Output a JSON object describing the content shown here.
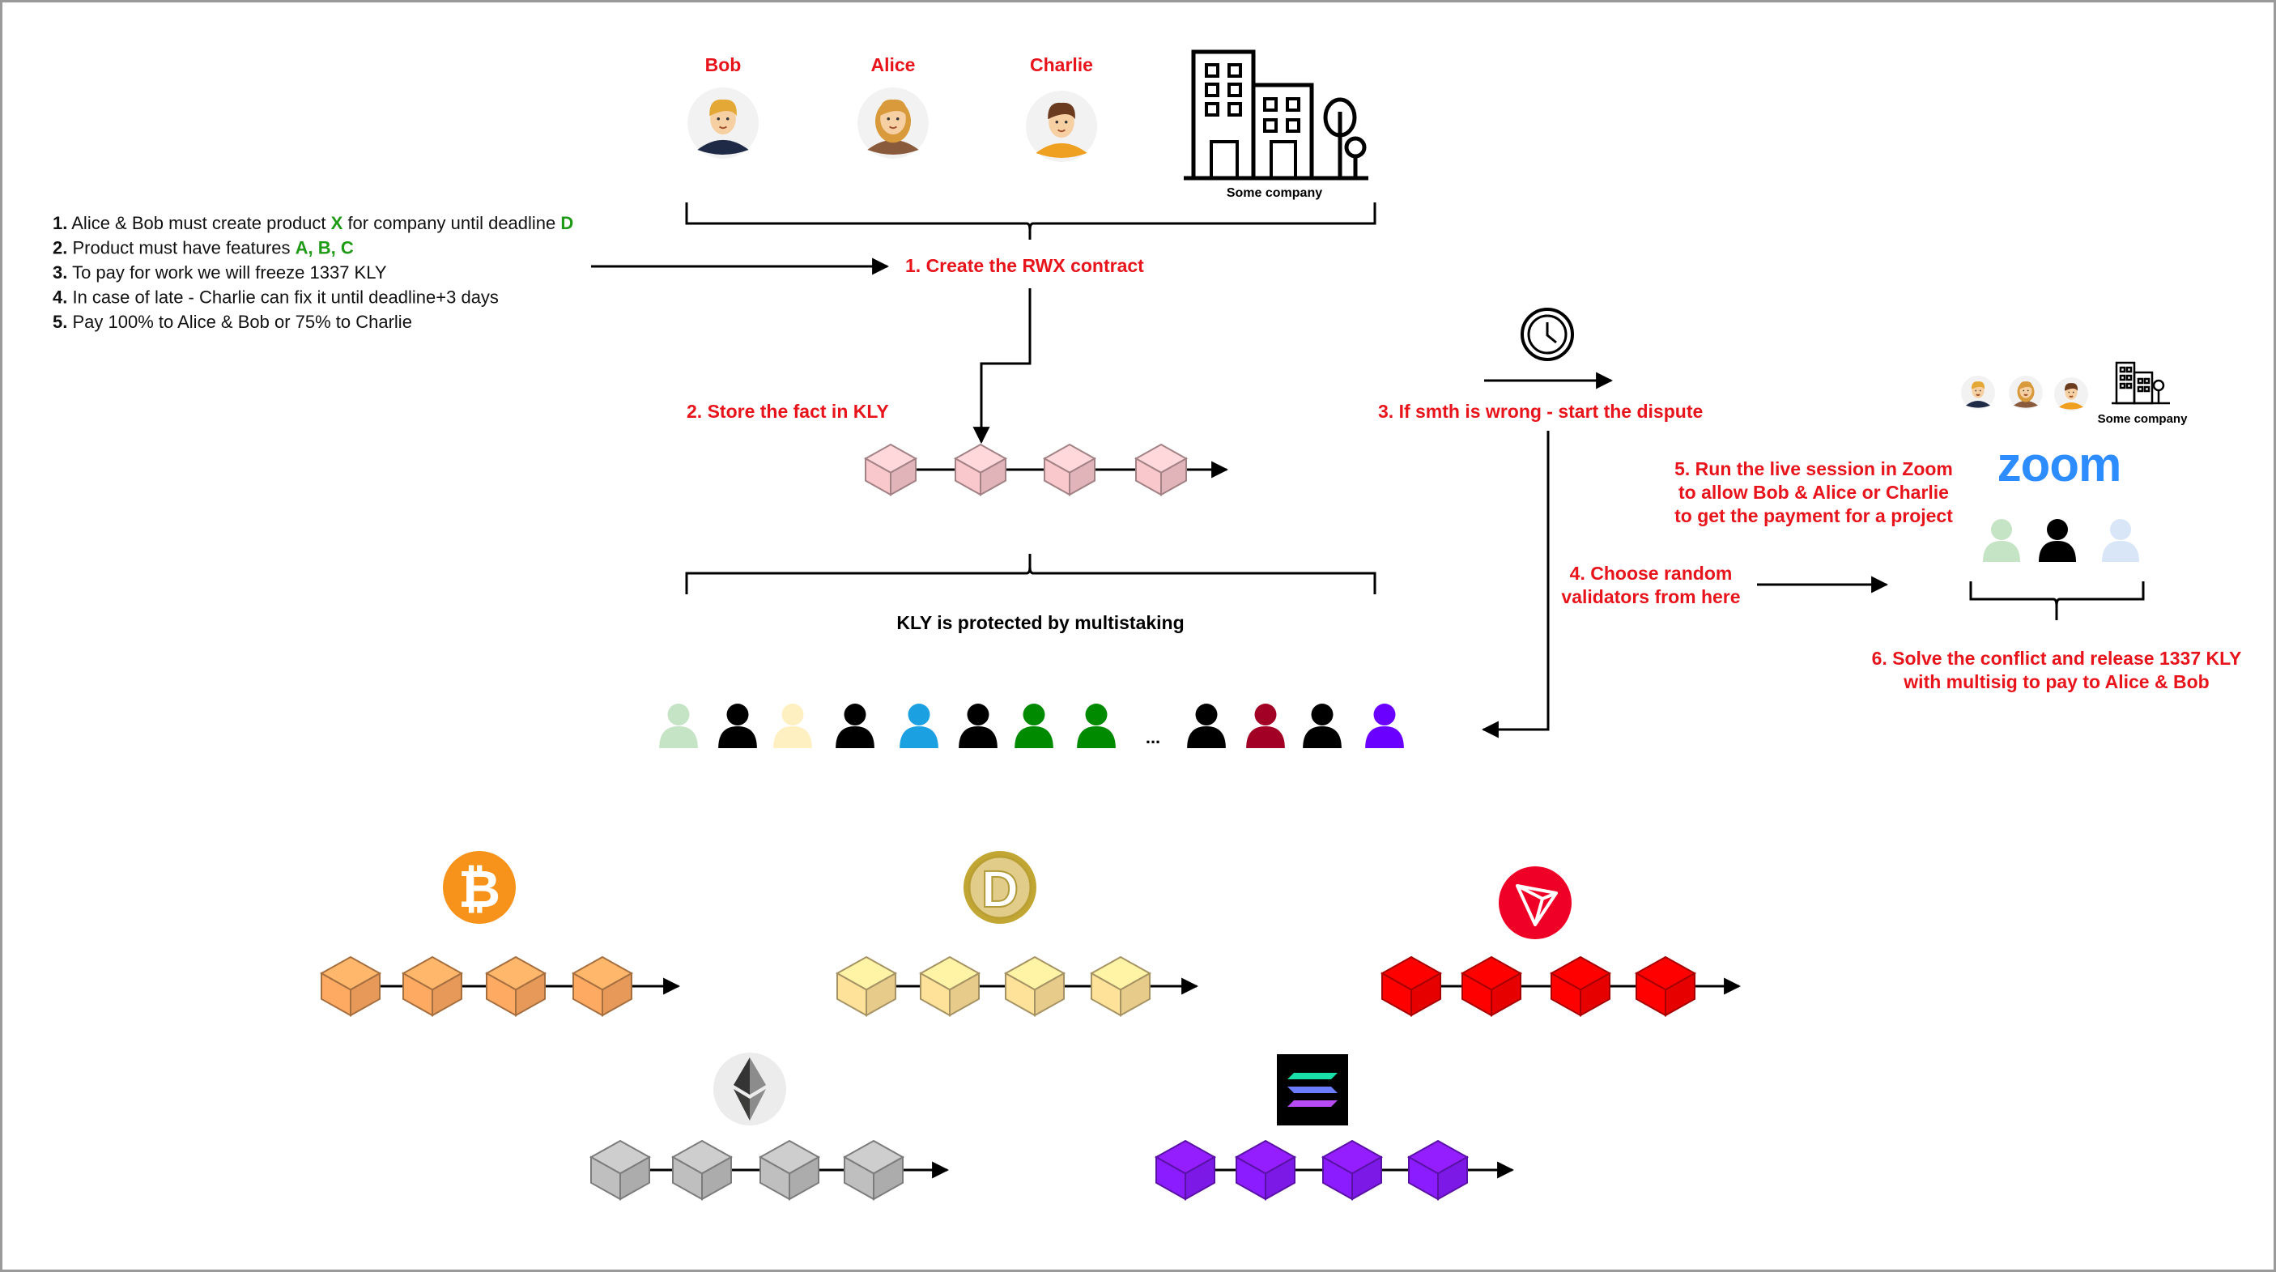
{
  "people": [
    {
      "name": "Bob",
      "role": "person-bob"
    },
    {
      "name": "Alice",
      "role": "person-alice"
    },
    {
      "name": "Charlie",
      "role": "person-charlie"
    }
  ],
  "company_label": "Some company",
  "contract_terms": [
    {
      "num": "1.",
      "parts": [
        {
          "text": " Alice & Bob must create product ",
          "style": "normal"
        },
        {
          "text": "X",
          "style": "green"
        },
        {
          "text": " for company until deadline ",
          "style": "normal"
        },
        {
          "text": "D",
          "style": "green"
        }
      ]
    },
    {
      "num": "2.",
      "parts": [
        {
          "text": " Product must have features ",
          "style": "normal"
        },
        {
          "text": "A, B, C",
          "style": "green"
        }
      ]
    },
    {
      "num": "3.",
      "parts": [
        {
          "text": " To pay for work we will freeze 1337 KLY",
          "style": "normal"
        }
      ]
    },
    {
      "num": "4.",
      "parts": [
        {
          "text": " In case of late - Charlie can fix it until deadline+3 days",
          "style": "normal"
        }
      ]
    },
    {
      "num": "5.",
      "parts": [
        {
          "text": " Pay 100% to Alice & Bob or 75% to Charlie",
          "style": "normal"
        }
      ]
    }
  ],
  "steps": {
    "create_contract": "1. Create the RWX contract",
    "store_fact": "2. Store the fact in KLY",
    "start_dispute": "3. If smth is wrong - start the dispute",
    "choose_validators": [
      "4. Choose random",
      "validators from here"
    ],
    "live_session": [
      "5. Run the live session in Zoom",
      "to allow Bob & Alice or Charlie",
      "to get the payment for a project"
    ],
    "solve_conflict": [
      "6. Solve the conflict and release 1337 KLY",
      "with multisig to pay to Alice & Bob"
    ]
  },
  "protection_label": "KLY is protected by multistaking",
  "validator_ellipsis": "...",
  "zoom_logo_text": "zoom",
  "coins": {
    "bitcoin": {
      "symbol": "₿"
    },
    "dogecoin": {
      "symbol": "D"
    }
  },
  "colors": {
    "red_text": "#e8141c",
    "green_text": "#1f9a16",
    "kly_block": "#f9c8cc",
    "btc_block": "#ffaa63",
    "doge_block": "#ffe29a",
    "tron_block": "#ff0000",
    "eth_block": "#bfbfbf",
    "sol_block": "#8a1cff",
    "zoom_blue": "#2d8cff",
    "btc_orange": "#f7931a",
    "tron_red": "#ef0027"
  },
  "validator_colors": [
    "#c5e3c5",
    "#000000",
    "#fff0c2",
    "#000000",
    "#1ba1e2",
    "#000000",
    "#008a00",
    "#008a00",
    "#000000",
    "#a20025",
    "#000000",
    "#6a00ff"
  ],
  "zoom_participant_colors": [
    "#c5e3c5",
    "#000000",
    "#d8e6f7"
  ]
}
